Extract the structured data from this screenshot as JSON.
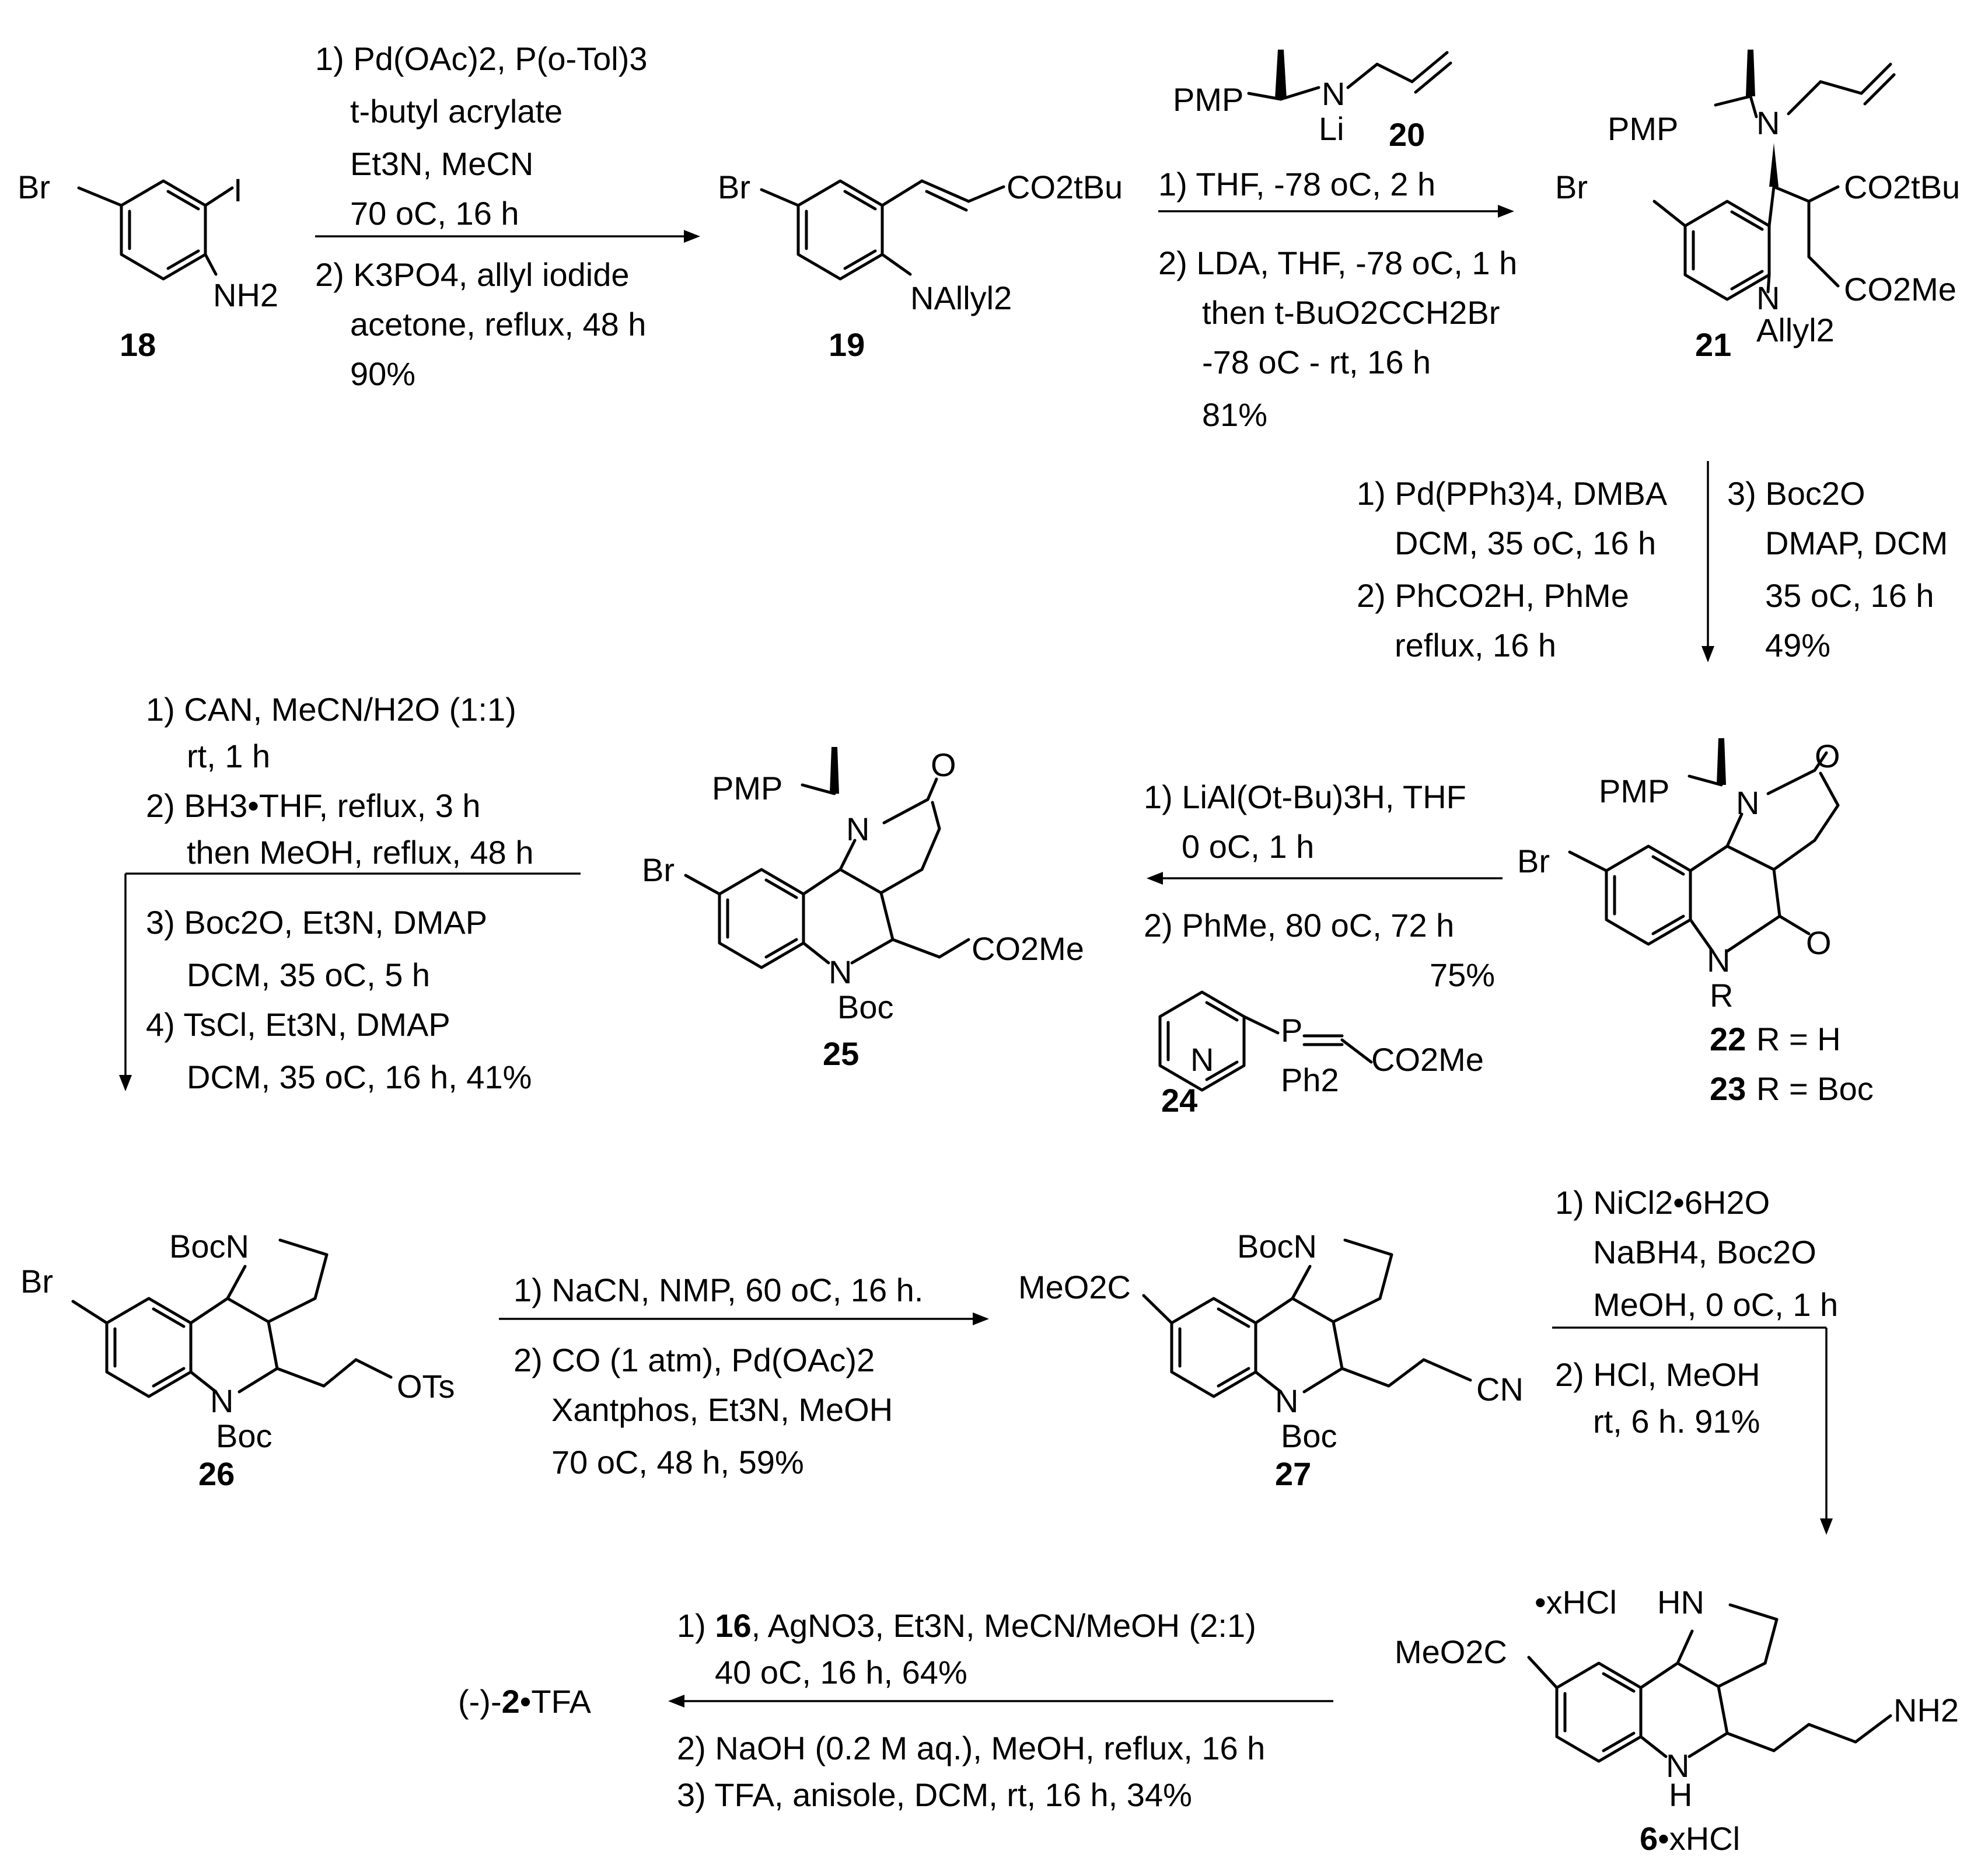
{
  "compounds": {
    "c18": {
      "id": "18",
      "atoms": {
        "br": "Br",
        "i": "I",
        "nh2": "NH2"
      }
    },
    "c19": {
      "id": "19",
      "atoms": {
        "br": "Br",
        "ester": "CO2tBu",
        "amine": "NAllyl2"
      }
    },
    "c20": {
      "id": "20",
      "atoms": {
        "pmp": "PMP",
        "n": "N",
        "li": "Li"
      }
    },
    "c21": {
      "id": "21",
      "atoms": {
        "pmp": "PMP",
        "n": "N",
        "br": "Br",
        "ester1": "CO2tBu",
        "ester2": "CO2Me",
        "n2": "N",
        "allyl": "Allyl2"
      }
    },
    "c22": {
      "id": "22",
      "label": "R = H"
    },
    "c23": {
      "id": "23",
      "label": "R = Boc",
      "atoms": {
        "pmp": "PMP",
        "n": "N",
        "br": "Br",
        "o1": "O",
        "o2": "O",
        "n2": "N",
        "r": "R"
      }
    },
    "c24": {
      "id": "24",
      "atoms": {
        "n": "N",
        "p": "P",
        "ph2": "Ph2",
        "ester": "CO2Me"
      }
    },
    "c25": {
      "id": "25",
      "atoms": {
        "pmp": "PMP",
        "n": "N",
        "o": "O",
        "br": "Br",
        "ester": "CO2Me",
        "n2": "N",
        "boc": "Boc"
      }
    },
    "c26": {
      "id": "26",
      "atoms": {
        "bocn": "BocN",
        "br": "Br",
        "n2": "N",
        "boc": "Boc",
        "ots": "OTs"
      }
    },
    "c27": {
      "id": "27",
      "atoms": {
        "bocn": "BocN",
        "ester": "MeO2C",
        "n2": "N",
        "boc": "Boc",
        "cn": "CN"
      }
    },
    "c6": {
      "id": "6",
      "salt": "•xHCl",
      "atoms": {
        "hn": "HN",
        "salt": "•xHCl",
        "ester": "MeO2C",
        "n2": "N",
        "h": "H",
        "nh2": "NH2"
      }
    },
    "product": {
      "prefix": "(-)-",
      "id": "2",
      "suffix": "•TFA"
    }
  },
  "steps": {
    "s1": {
      "lines": [
        "1) Pd(OAc)2, P(o-Tol)3",
        "t-butyl acrylate",
        "Et3N, MeCN",
        "70 oC, 16 h",
        "2) K3PO4, allyl iodide",
        "acetone, reflux, 48 h",
        "90%"
      ]
    },
    "s2": {
      "lines": [
        "1) THF, -78 oC, 2 h",
        "2) LDA, THF, -78 oC, 1 h",
        "then t-BuO2CCH2Br",
        "-78 oC - rt, 16 h",
        "81%"
      ]
    },
    "s3": {
      "left": [
        "1) Pd(PPh3)4, DMBA",
        "DCM, 35 oC, 16 h",
        "2) PhCO2H, PhMe",
        "reflux, 16 h"
      ],
      "right": [
        "3) Boc2O",
        "DMAP, DCM",
        "35 oC, 16 h",
        "49%"
      ]
    },
    "s4": {
      "lines": [
        "1) LiAl(Ot-Bu)3H, THF",
        "0 oC, 1 h",
        "2) PhMe, 80 oC, 72 h",
        "75%"
      ]
    },
    "s5": {
      "lines": [
        "1) CAN, MeCN/H2O (1:1)",
        "rt, 1 h",
        "2) BH3•THF, reflux, 3 h",
        "then MeOH, reflux, 48 h",
        "3) Boc2O, Et3N, DMAP",
        "DCM, 35 oC, 5 h",
        "4) TsCl, Et3N, DMAP",
        "DCM, 35 oC, 16 h, 41%"
      ]
    },
    "s6": {
      "lines": [
        "1) NaCN, NMP, 60 oC, 16 h.",
        "2) CO (1 atm), Pd(OAc)2",
        "Xantphos, Et3N, MeOH",
        "70 oC, 48 h, 59%"
      ]
    },
    "s7": {
      "lines": [
        "1) NiCl2•6H2O",
        "NaBH4, Boc2O",
        "MeOH, 0 oC, 1 h",
        "2) HCl, MeOH",
        "rt, 6 h. 91%"
      ]
    },
    "s8": {
      "l1a": "1) ",
      "l1b": "16",
      "l1c": ", AgNO3, Et3N, MeCN/MeOH (2:1)",
      "lines": [
        "40 oC, 16 h, 64%",
        "2) NaOH (0.2 M aq.), MeOH, reflux, 16 h",
        "3) TFA, anisole, DCM, rt, 16 h, 34%"
      ]
    }
  }
}
